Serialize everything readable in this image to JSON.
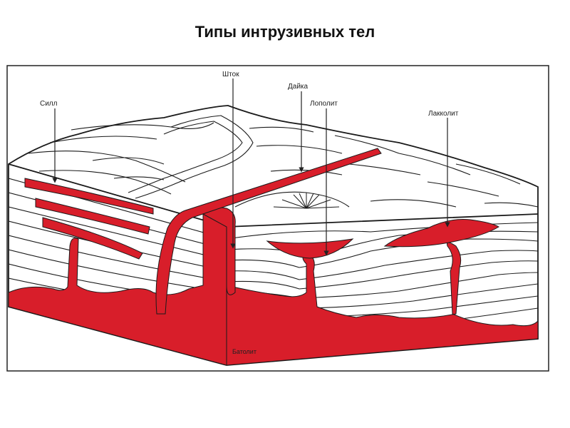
{
  "title": "Типы интрузивных тел",
  "labels": {
    "sill": "Силл",
    "stock": "Шток",
    "dike": "Дайка",
    "lopolith": "Лополит",
    "laccolith": "Лакколит",
    "batholith": "Батолит"
  },
  "colors": {
    "magma": "#d81e2a",
    "rock_line": "#1a1a1a",
    "background": "#ffffff"
  }
}
